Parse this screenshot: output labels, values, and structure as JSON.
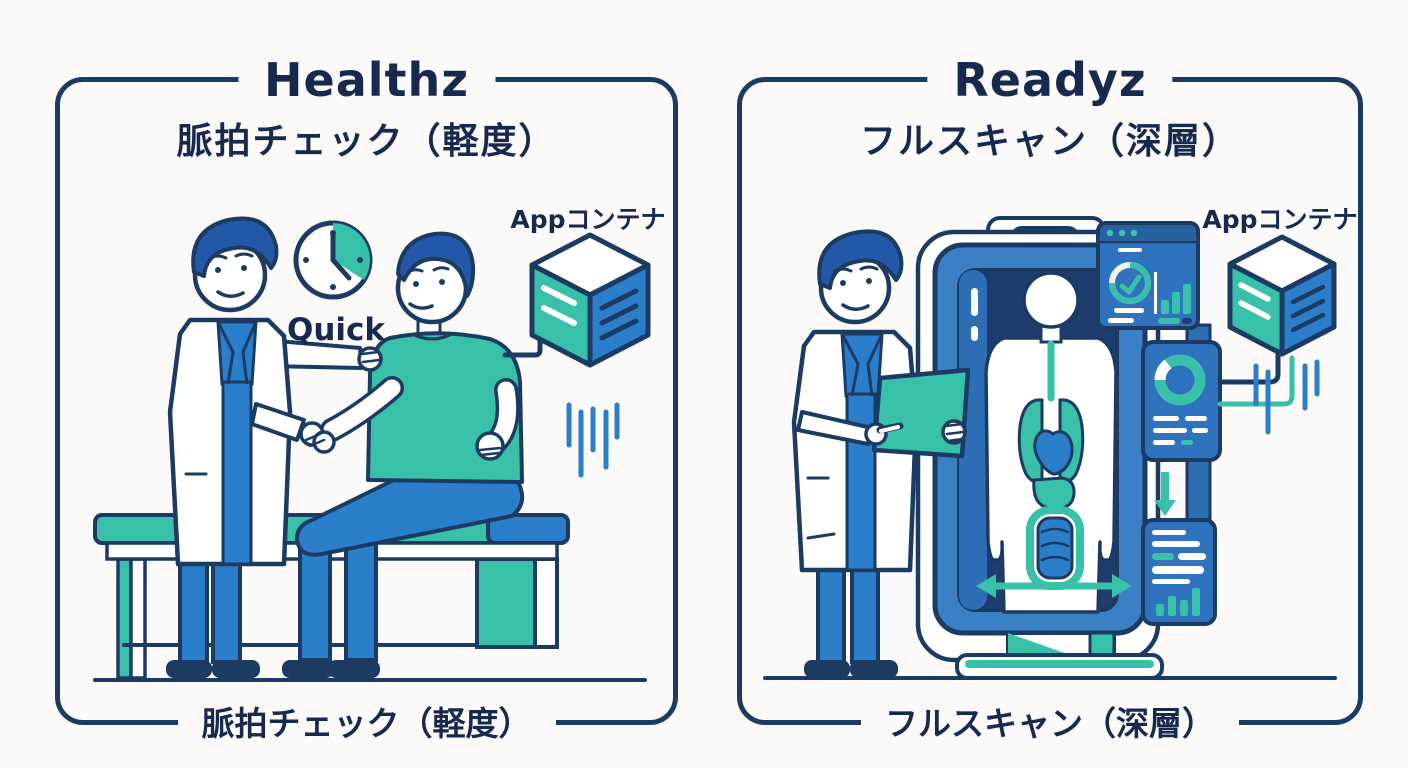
{
  "left_panel": {
    "title": "Healthz",
    "subtitle": "脈拍チェック（軽度）",
    "caption": "脈拍チェック（軽度）",
    "quick_label": "Quick",
    "container_label": "Appコンテナ"
  },
  "right_panel": {
    "title": "Readyz",
    "subtitle": "フルスキャン（深層）",
    "caption": "フルスキャン（深層）",
    "container_label": "Appコンテナ"
  },
  "colors": {
    "background": "#fbfaf8",
    "outline_navy": "#1c3b63",
    "text_navy": "#17294e",
    "teal": "#39c0a8",
    "blue": "#2b7ec9",
    "dashboard_blue": "#2f72bd",
    "scanner_inner_navy": "#1e3c6e"
  }
}
